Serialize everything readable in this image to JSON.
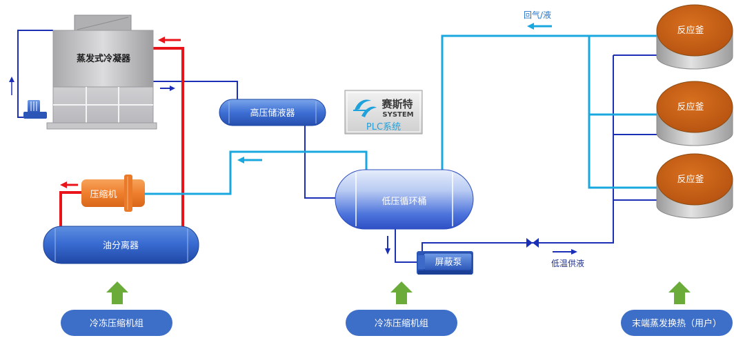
{
  "equipment": {
    "condenser": "蒸发式冷凝器",
    "receiver": "高压储液器",
    "compressor": "压缩机",
    "oil_separator": "油分离器",
    "low_pressure_drum": "低压循环桶",
    "canned_pump": "屏蔽泵",
    "reactors": [
      "反应釜",
      "反应釜",
      "反应釜"
    ]
  },
  "logo": {
    "brand": "赛斯特",
    "brand_en": "SYSTEM",
    "subtitle": "PLC系统"
  },
  "flow_labels": {
    "return_gas_liquid": "回气/液",
    "low_temp_supply": "低温供液"
  },
  "groups": {
    "left": "冷冻压缩机组",
    "middle": "冷冻压缩机组",
    "right": "末端蒸发换热（用户）"
  },
  "colors": {
    "hot_gas_line": "#e8141a",
    "suction_line": "#19a7e0",
    "liquid_line": "#1a2fb5",
    "vessel_blue": "#2f62c9",
    "compressor_orange": "#ee7d2c",
    "reactor_orange": "#c85c14",
    "group_arrow": "#6aab3a",
    "group_pill": "#3d6ec8"
  }
}
